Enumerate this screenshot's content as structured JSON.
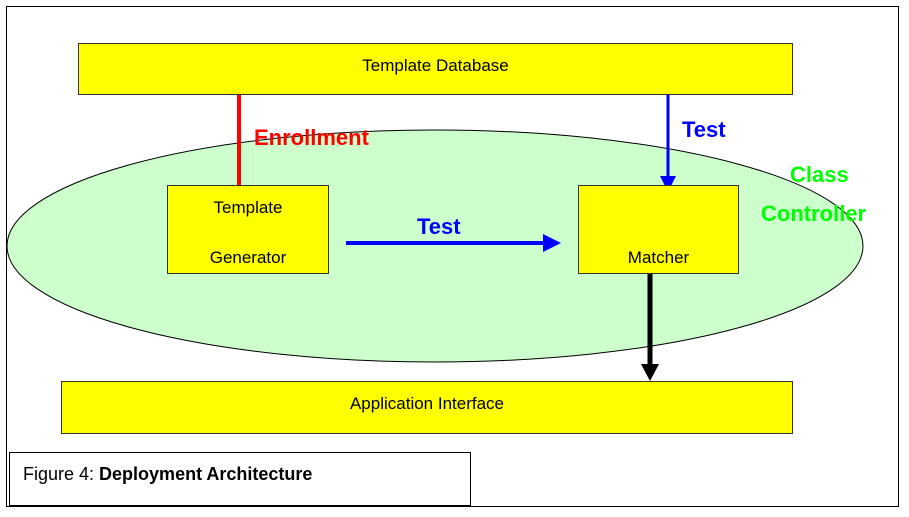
{
  "diagram": {
    "boxes": {
      "template_database": "Template Database",
      "template_generator_line1": "Template",
      "template_generator_line2": "Generator",
      "matcher": "Matcher",
      "application_interface": "Application Interface"
    },
    "arrow_labels": {
      "enrollment": "Enrollment",
      "test_horizontal": "Test",
      "test_vertical": "Test"
    },
    "region_label_line1": "Class",
    "region_label_line2": "Controller",
    "colors": {
      "box_fill": "#ffff00",
      "region_fill": "#ccffcc",
      "enrollment": "#ff0000",
      "test": "#0000ff",
      "output": "#000000",
      "region_label": "#00ff00"
    }
  },
  "caption": {
    "prefix": "Figure 4: ",
    "title": "Deployment Architecture"
  }
}
